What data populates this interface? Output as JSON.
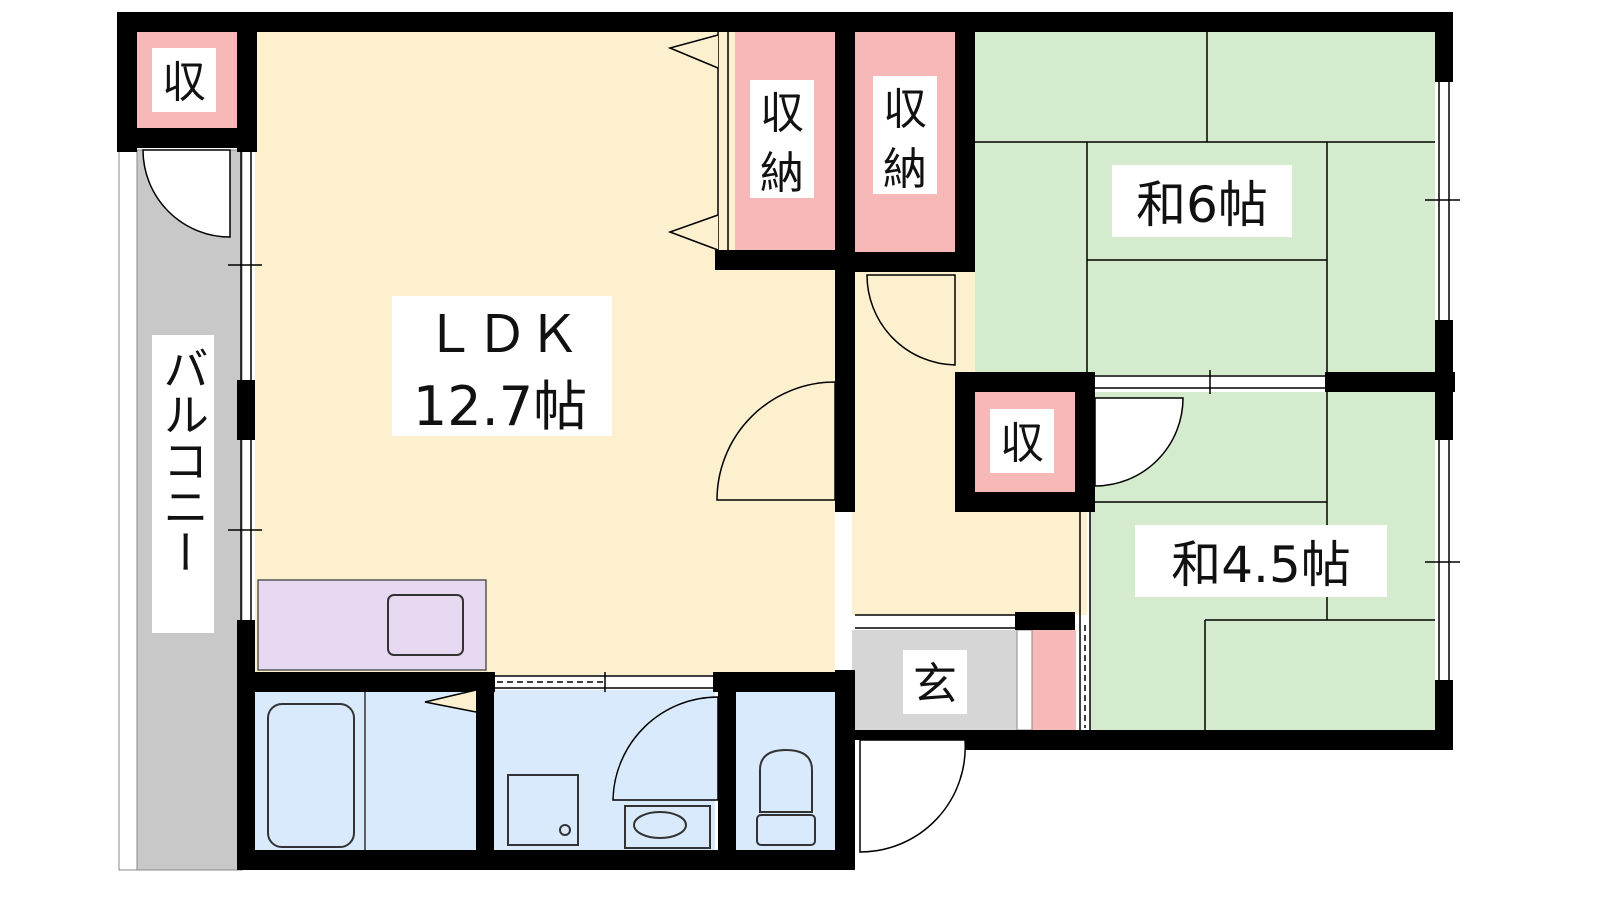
{
  "rooms": {
    "ldk_name": "ＬＤＫ",
    "ldk_size": "12.7帖",
    "washitsu_6": "和6帖",
    "washitsu_45": "和4.5帖",
    "genkan": "玄",
    "balcony": "バルコニー",
    "storage_short": "収",
    "storage_top": "収",
    "storage_bottom": "納"
  },
  "colors": {
    "wall": "#000000",
    "ldk_floor": "#fdf0cf",
    "tatami": "#d4ebcd",
    "storage": "#f7b8b8",
    "balcony": "#c8c8c8",
    "genkan": "#d6d6d6",
    "wet_area": "#d9eafc",
    "kitchen": "#e8d9f2"
  }
}
